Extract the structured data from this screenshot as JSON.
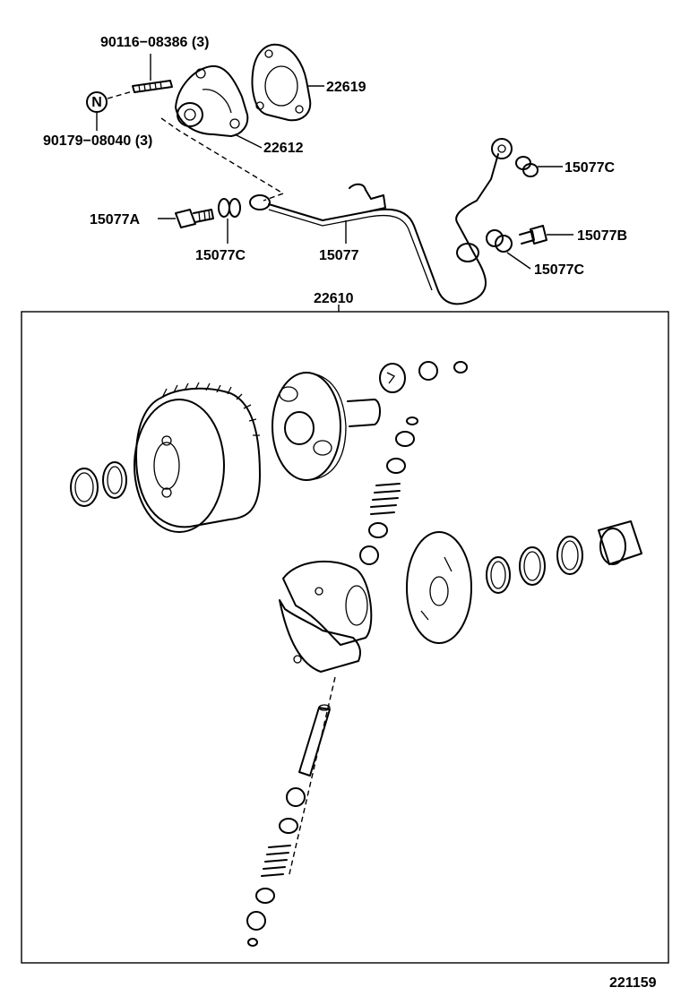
{
  "diagram": {
    "labels": {
      "bolt_90116": "90116−08386 (3)",
      "nut_90179": "90179−08040 (3)",
      "nut_symbol": "N",
      "cover_22612": "22612",
      "gasket_22619": "22619",
      "pipe_15077": "15077",
      "union_bolt_15077A": "15077A",
      "gasket_15077C_left": "15077C",
      "gasket_15077C_top": "15077C",
      "gasket_15077C_right": "15077C",
      "union_bolt_15077B": "15077B",
      "advancer_assembly_22610": "22610",
      "figure_number": "221159"
    }
  }
}
